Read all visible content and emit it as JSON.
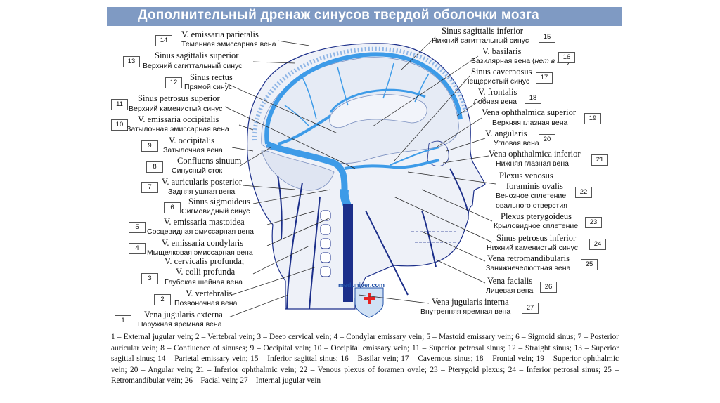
{
  "title": "Дополнительный дренаж синусов твердой оболочки мозга",
  "watermark": "meduniver.com",
  "colors": {
    "title_bar": "#7f9ac3",
    "vein": "#3d9be8",
    "deep_vein": "#1c2f8a",
    "brain_fill": "#e6ebf5"
  },
  "left_labels": [
    {
      "num": "14",
      "latin": "V. emissaria parietalis",
      "russian": "Теменная эмиссарная вена"
    },
    {
      "num": "13",
      "latin": "Sinus sagittalis superior",
      "russian": "Верхний сагиттальный синус"
    },
    {
      "num": "12",
      "latin": "Sinus rectus",
      "russian": "Прямой синус"
    },
    {
      "num": "11",
      "latin": "Sinus petrosus superior",
      "russian": "Верхний каменистый синус"
    },
    {
      "num": "10",
      "latin": "V. emissaria occipitalis",
      "russian": "Затылочная эмиссарная вена"
    },
    {
      "num": "9",
      "latin": "V. occipitalis",
      "russian": "Затылочная вена"
    },
    {
      "num": "8",
      "latin": "Confluens sinuum",
      "russian": "Синусный сток"
    },
    {
      "num": "7",
      "latin": "V. auricularis posterior",
      "russian": "Задняя ушная вена"
    },
    {
      "num": "6",
      "latin": "Sinus sigmoideus",
      "russian": "Сигмовидный синус"
    },
    {
      "num": "5",
      "latin": "V. emissaria mastoidea",
      "russian": "Сосцевидная эмиссарная вена"
    },
    {
      "num": "4",
      "latin": "V. emissaria condylaris",
      "russian": "Мыщелковая эмиссарная вена"
    },
    {
      "num": "3",
      "latin": "V. cervicalis profunda;",
      "latin2": "V. colli profunda",
      "russian": "Глубокая шейная вена"
    },
    {
      "num": "2",
      "latin": "V. vertebralis",
      "russian": "Позвоночная вена"
    },
    {
      "num": "1",
      "latin": "Vena jugularis externa",
      "russian": "Наружная яремная вена"
    }
  ],
  "right_labels": [
    {
      "num": "15",
      "latin": "Sinus sagittalis inferior",
      "russian": "Нижний сагиттальный синус"
    },
    {
      "num": "16",
      "latin": "V. basilaris",
      "russian": "Базилярная вена (",
      "russian_note": "нет в NA",
      "russian_end": ")"
    },
    {
      "num": "17",
      "latin": "Sinus cavernosus",
      "russian": "Пещеристый синус"
    },
    {
      "num": "18",
      "latin": "V. frontalis",
      "russian": "Лобная вена"
    },
    {
      "num": "19",
      "latin": "Vena ophthalmica superior",
      "russian": "Верхняя глазная вена"
    },
    {
      "num": "20",
      "latin": "V. angularis",
      "russian": "Угловая вена"
    },
    {
      "num": "21",
      "latin": "Vena ophthalmica inferior",
      "russian": "Нижняя глазная вена"
    },
    {
      "num": "22",
      "latin": "Plexus venosus",
      "latin2": "foraminis ovalis",
      "russian": "Венозное сплетение",
      "russian2": "овального отверстия"
    },
    {
      "num": "23",
      "latin": "Plexus pterygoideus",
      "russian": "Крыловидное сплетение"
    },
    {
      "num": "24",
      "latin": "Sinus petrosus inferior",
      "russian": "Нижний каменистый синус"
    },
    {
      "num": "25",
      "latin": "Vena retromandibularis",
      "russian": "Занижнечелюстная вена"
    },
    {
      "num": "26",
      "latin": "Vena facialis",
      "russian": "Лицевая вена"
    },
    {
      "num": "27",
      "latin": "Vena jugularis interna",
      "russian": "Внутренняя яремная вена"
    }
  ],
  "legend": "1 – External jugular vein; 2 – Vertebral vein; 3 – Deep cervical vein; 4 – Condylar emissary vein; 5 – Mastoid emissary vein; 6 – Sigmoid sinus; 7 – Posterior auricular vein; 8 – Confluence of sinuses; 9 – Occipital vein; 10 – Occipital emissary vein; 11 – Superior petrosal sinus; 12 – Straight sinus; 13 – Superior sagittal sinus; 14 – Parietal emissary vein; 15 – Inferior sagittal sinus; 16 – Basilar vein; 17 – Cavernous sinus; 18 – Frontal vein; 19 – Superior ophthalmic vein; 20 – Angular vein; 21 – Inferior ophthalmic vein; 22 – Venous plexus of foramen ovale; 23 – Pterygoid plexus; 24 – Inferior petrosal sinus; 25 – Retromandibular vein; 26 – Facial vein; 27 – Internal jugular vein"
}
